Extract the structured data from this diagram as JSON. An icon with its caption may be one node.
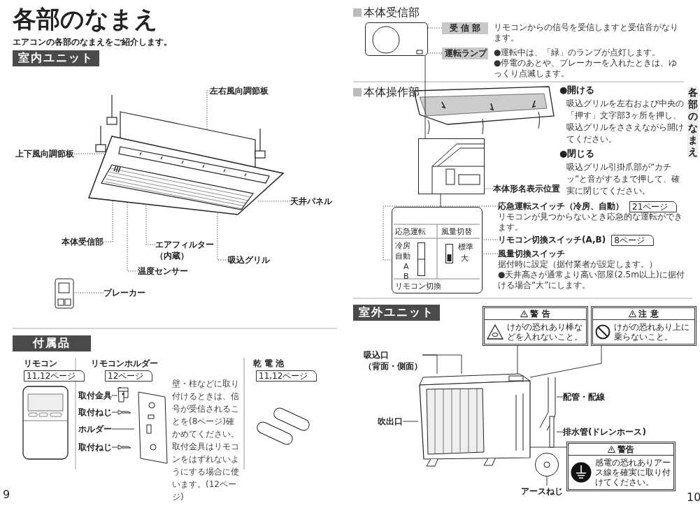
{
  "diagram": {
    "title": "各部のなまえ",
    "nodes": [
      {
        "text": [
          "左右風向調節板"
        ]
      },
      {
        "text": [
          "上下風向調節板"
        ]
      },
      {
        "text": [
          "天井パネル"
        ]
      },
      {
        "text": [
          "本体受信部"
        ]
      },
      {
        "text": [
          "エアフィルター",
          "（内蔵）"
        ]
      },
      {
        "text": [
          "吸込グリル"
        ]
      },
      {
        "text": [
          "温度センサー"
        ]
      },
      {
        "text": [
          "ブレーカー"
        ]
      },
      {
        "text": [],
        "shape": "picture"
      },
      {
        "text": [
          "リモコン"
        ]
      },
      {
        "text": [
          "11,12ページ"
        ]
      },
      {
        "text": [],
        "shape": "picture"
      },
      {
        "text": [
          "リモコンホルダー"
        ]
      },
      {
        "text": [
          "12ページ"
        ]
      },
      {
        "text": [
          "取付金具"
        ]
      },
      {
        "text": [],
        "shape": "picture"
      },
      {
        "text": [
          "取付ねじ"
        ]
      },
      {
        "text": [],
        "shape": "picture"
      },
      {
        "text": [
          "ホルダー"
        ]
      },
      {
        "text": [],
        "shape": "picture"
      },
      {
        "text": [
          "取付ねじ"
        ]
      },
      {
        "text": [],
        "shape": "picture"
      },
      {
        "text": [
          "乾 電 池"
        ]
      },
      {
        "text": [
          "11,12ページ"
        ]
      },
      {
        "text": [],
        "shape": "picture"
      },
      {
        "text": [],
        "shape": "picture"
      },
      {
        "text": [
          "受 信 部"
        ],
        "beside": [
          "リモコンからの信号を受信しますと受信音がなります。"
        ]
      },
      {
        "text": [
          "運転ランプ"
        ],
        "beside": [
          "●運転中は、「緑」のランプが点灯します。",
          "●停電のあとや、ブレーカーを入れたときは、ゆっくり点滅します。"
        ]
      },
      {
        "text": [],
        "shape": "picture"
      },
      {
        "text": [
          "本体形名表示位置"
        ]
      },
      {
        "text": [
          "応急運転",
          "風量切替",
          "冷房",
          "自動",
          "A",
          "B",
          "標準",
          "大",
          "リモコン切換"
        ]
      },
      {
        "text": [
          "応急運転スイッチ（冷房、自動）"
        ],
        "beside": [
          "リモコンが見つからないとき応急的な運転ができます。"
        ]
      },
      {
        "text": [
          "21ページ"
        ]
      },
      {
        "text": [
          "リモコン切換スイッチ(A,B)"
        ]
      },
      {
        "text": [
          "8ページ"
        ]
      },
      {
        "text": [
          "風量切換スイッチ"
        ],
        "beside": [
          "据付時に設定（据付業者が設定します。）",
          "●天井高さが通常より高い部屋(2.5m以上)に据付ける場合“大”にします。"
        ]
      },
      {
        "text": [
          "吸込口",
          "（背面・側面）"
        ]
      },
      {
        "text": [
          "吹出口"
        ]
      },
      {
        "text": [],
        "shape": "picture"
      },
      {
        "text": [
          "配管・配線"
        ]
      },
      {
        "text": [],
        "shape": "picture"
      },
      {
        "text": [
          "排水管(ドレンホース)"
        ]
      },
      {
        "text": [],
        "shape": "picture"
      },
      {
        "text": [
          "アースねじ"
        ]
      },
      {
        "text": [
          "警 告",
          "けがの恐れあり棒などを入れないこと。"
        ]
      },
      {
        "text": [
          "注 意",
          "けがの恐れあり上に乗らないこと。"
        ]
      },
      {
        "text": [
          "警告",
          "感電の恐れありアース線を確実に取り付けてください。"
        ]
      },
      {
        "text": [],
        "shape": "picture"
      }
    ],
    "edges": [
      {
        "from": 0,
        "to": 47,
        "arrow": "none",
        "style": "dashed"
      },
      {
        "from": 1,
        "to": 47,
        "arrow": "none",
        "style": "dashed"
      },
      {
        "from": 2,
        "to": 47,
        "arrow": "none",
        "style": "dashed"
      },
      {
        "from": 3,
        "to": 47,
        "arrow": "none",
        "style": "dashed"
      },
      {
        "from": 4,
        "to": 47,
        "arrow": "none",
        "style": "dashed"
      },
      {
        "from": 5,
        "to": 47,
        "arrow": "none",
        "style": "dashed"
      },
      {
        "from": 6,
        "to": 47,
        "arrow": "none",
        "style": "dashed"
      },
      {
        "from": 7,
        "to": 8,
        "arrow": "none",
        "style": "dashed"
      },
      {
        "from": 14,
        "to": 15,
        "arrow": "none"
      },
      {
        "from": 16,
        "to": 17,
        "arrow": "none"
      },
      {
        "from": 18,
        "to": 19,
        "arrow": "none"
      },
      {
        "from": 20,
        "to": 21,
        "arrow": "none"
      },
      {
        "from": 26,
        "to": 25,
        "arrow": "none",
        "style": "dashed"
      },
      {
        "from": 27,
        "to": 25,
        "arrow": "none",
        "style": "dashed"
      },
      {
        "from": 25,
        "to": 28,
        "arrow": "none"
      },
      {
        "from": 29,
        "to": 28,
        "arrow": "none",
        "style": "dashed"
      },
      {
        "from": 28,
        "to": 30,
        "arrow": "none"
      },
      {
        "from": 31,
        "to": 30,
        "arrow": "none",
        "style": "dashed"
      },
      {
        "from": 33,
        "to": 30,
        "arrow": "none",
        "style": "dashed"
      },
      {
        "from": 35,
        "to": 30,
        "arrow": "none",
        "style": "dashed"
      },
      {
        "from": 36,
        "to": 38,
        "arrow": "none"
      },
      {
        "from": 36,
        "to": 38,
        "arrow": "none"
      },
      {
        "from": 37,
        "to": 38,
        "arrow": "none"
      },
      {
        "from": 39,
        "to": 40,
        "arrow": "none"
      },
      {
        "from": 41,
        "to": 40,
        "arrow": "none"
      },
      {
        "from": 43,
        "to": 42,
        "arrow": "none"
      },
      {
        "from": 44,
        "to": 38,
        "arrow": "none"
      },
      {
        "from": 45,
        "to": 38,
        "arrow": "none"
      },
      {
        "from": 46,
        "to": 38,
        "arrow": "none"
      }
    ],
    "labels": [
      "エアコンの各部のなまえをご紹介します。",
      "室内ユニット",
      "付属品",
      "壁・柱などに取り付けるときは、信号が受信されることを(8ページ)確かめてください。取付金具はリモコンをはずれないようにする場合に使います。(12ページ)",
      "9",
      "本体受信部",
      "本体操作部",
      "●開ける",
      "吸込グリルを左右および中央の「押す」文字部3ヶ所を押し、吸込グリルをささえながら開けてください。",
      "●閉じる",
      "吸込グリル引掛爪部が“カチッ”と音がするまで押して、確実に閉じてください。",
      "各部のなまえ",
      "室外ユニット",
      "10"
    ]
  }
}
